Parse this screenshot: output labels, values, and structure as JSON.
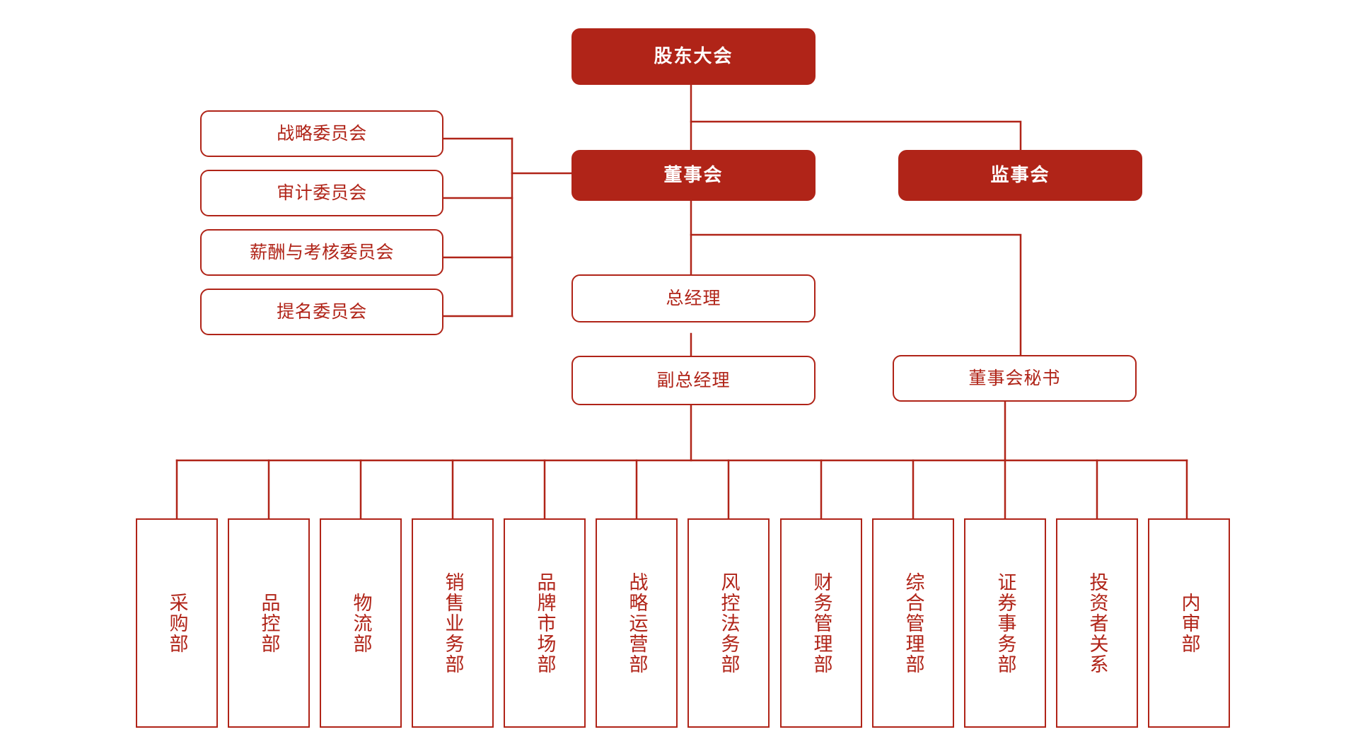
{
  "meta": {
    "title": "公司组织架构图",
    "accent_filled": "#B02418",
    "accent_line": "#B02418",
    "background": "#FFFFFF"
  },
  "governance": {
    "shareholders_meeting": "股东大会",
    "board_of_directors": "董事会",
    "board_of_supervisors": "监事会"
  },
  "committees": [
    {
      "label": "战略委员会"
    },
    {
      "label": "审计委员会"
    },
    {
      "label": "薪酬与考核委员会"
    },
    {
      "label": "提名委员会"
    }
  ],
  "management": [
    {
      "label": "总经理"
    },
    {
      "label": "副总经理"
    }
  ],
  "secretary": {
    "label": "董事会秘书"
  },
  "departments": [
    {
      "label": "采购部"
    },
    {
      "label": "品控部"
    },
    {
      "label": "物流部"
    },
    {
      "label": "销售业务部"
    },
    {
      "label": "品牌市场部"
    },
    {
      "label": "战略运营部"
    },
    {
      "label": "风控法务部"
    },
    {
      "label": "财务管理部"
    },
    {
      "label": "综合管理部"
    },
    {
      "label": "证券事务部"
    },
    {
      "label": "投资者关系"
    },
    {
      "label": "内审部"
    }
  ],
  "chart_data": {
    "type": "org-chart",
    "title": "公司组织架构图",
    "levels": [
      {
        "level": 1,
        "nodes": [
          "股东大会"
        ]
      },
      {
        "level": 2,
        "nodes": [
          "董事会",
          "监事会"
        ]
      },
      {
        "level": 3,
        "nodes": [
          "战略委员会",
          "审计委员会",
          "薪酬与考核委员会",
          "提名委员会",
          "总经理",
          "董事会秘书"
        ]
      },
      {
        "level": 4,
        "nodes": [
          "副总经理"
        ]
      },
      {
        "level": 5,
        "nodes": [
          "采购部",
          "品控部",
          "物流部",
          "销售业务部",
          "品牌市场部",
          "战略运营部",
          "风控法务部",
          "财务管理部",
          "综合管理部",
          "证券事务部",
          "投资者关系",
          "内审部"
        ]
      }
    ],
    "edges": [
      {
        "from": "股东大会",
        "to": "董事会"
      },
      {
        "from": "股东大会",
        "to": "监事会"
      },
      {
        "from": "董事会",
        "to": "战略委员会"
      },
      {
        "from": "董事会",
        "to": "审计委员会"
      },
      {
        "from": "董事会",
        "to": "薪酬与考核委员会"
      },
      {
        "from": "董事会",
        "to": "提名委员会"
      },
      {
        "from": "董事会",
        "to": "总经理"
      },
      {
        "from": "董事会",
        "to": "董事会秘书"
      },
      {
        "from": "总经理",
        "to": "副总经理"
      },
      {
        "from": "副总经理",
        "to": "采购部"
      },
      {
        "from": "副总经理",
        "to": "品控部"
      },
      {
        "from": "副总经理",
        "to": "物流部"
      },
      {
        "from": "副总经理",
        "to": "销售业务部"
      },
      {
        "from": "副总经理",
        "to": "品牌市场部"
      },
      {
        "from": "副总经理",
        "to": "战略运营部"
      },
      {
        "from": "副总经理",
        "to": "风控法务部"
      },
      {
        "from": "副总经理",
        "to": "财务管理部"
      },
      {
        "from": "副总经理",
        "to": "综合管理部"
      },
      {
        "from": "董事会秘书",
        "to": "证券事务部"
      },
      {
        "from": "董事会秘书",
        "to": "投资者关系"
      },
      {
        "from": "董事会秘书",
        "to": "内审部"
      }
    ]
  }
}
